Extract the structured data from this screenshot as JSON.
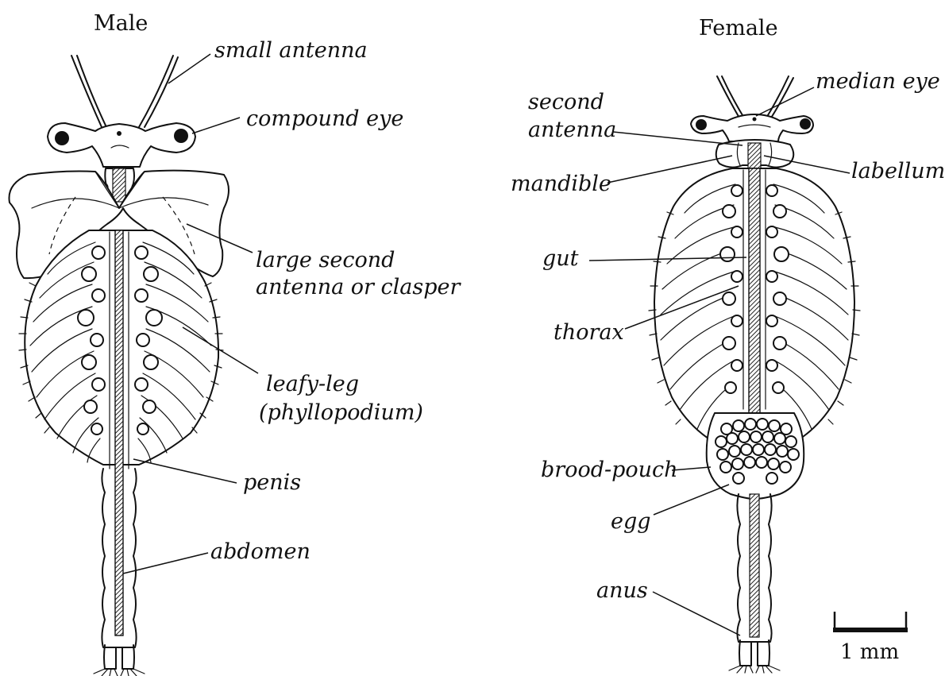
{
  "titles": {
    "male": "Male",
    "female": "Female"
  },
  "male_labels": {
    "small_antenna": "small antenna",
    "compound_eye": "compound eye",
    "clasper_line1": "large second",
    "clasper_line2": "antenna or clasper",
    "leafy_leg_line1": "leafy-leg",
    "leafy_leg_line2": "(phyllopodium)",
    "penis": "penis",
    "abdomen": "abdomen"
  },
  "female_labels": {
    "median_eye": "median eye",
    "second_antenna_line1": "second",
    "second_antenna_line2": "antenna",
    "mandible": "mandible",
    "labellum": "labellum",
    "gut": "gut",
    "thorax": "thorax",
    "brood_pouch": "brood-pouch",
    "egg": "egg",
    "anus": "anus"
  },
  "scale_bar": {
    "label": "1 mm"
  },
  "colors": {
    "ink": "#111111",
    "background": "#ffffff"
  }
}
